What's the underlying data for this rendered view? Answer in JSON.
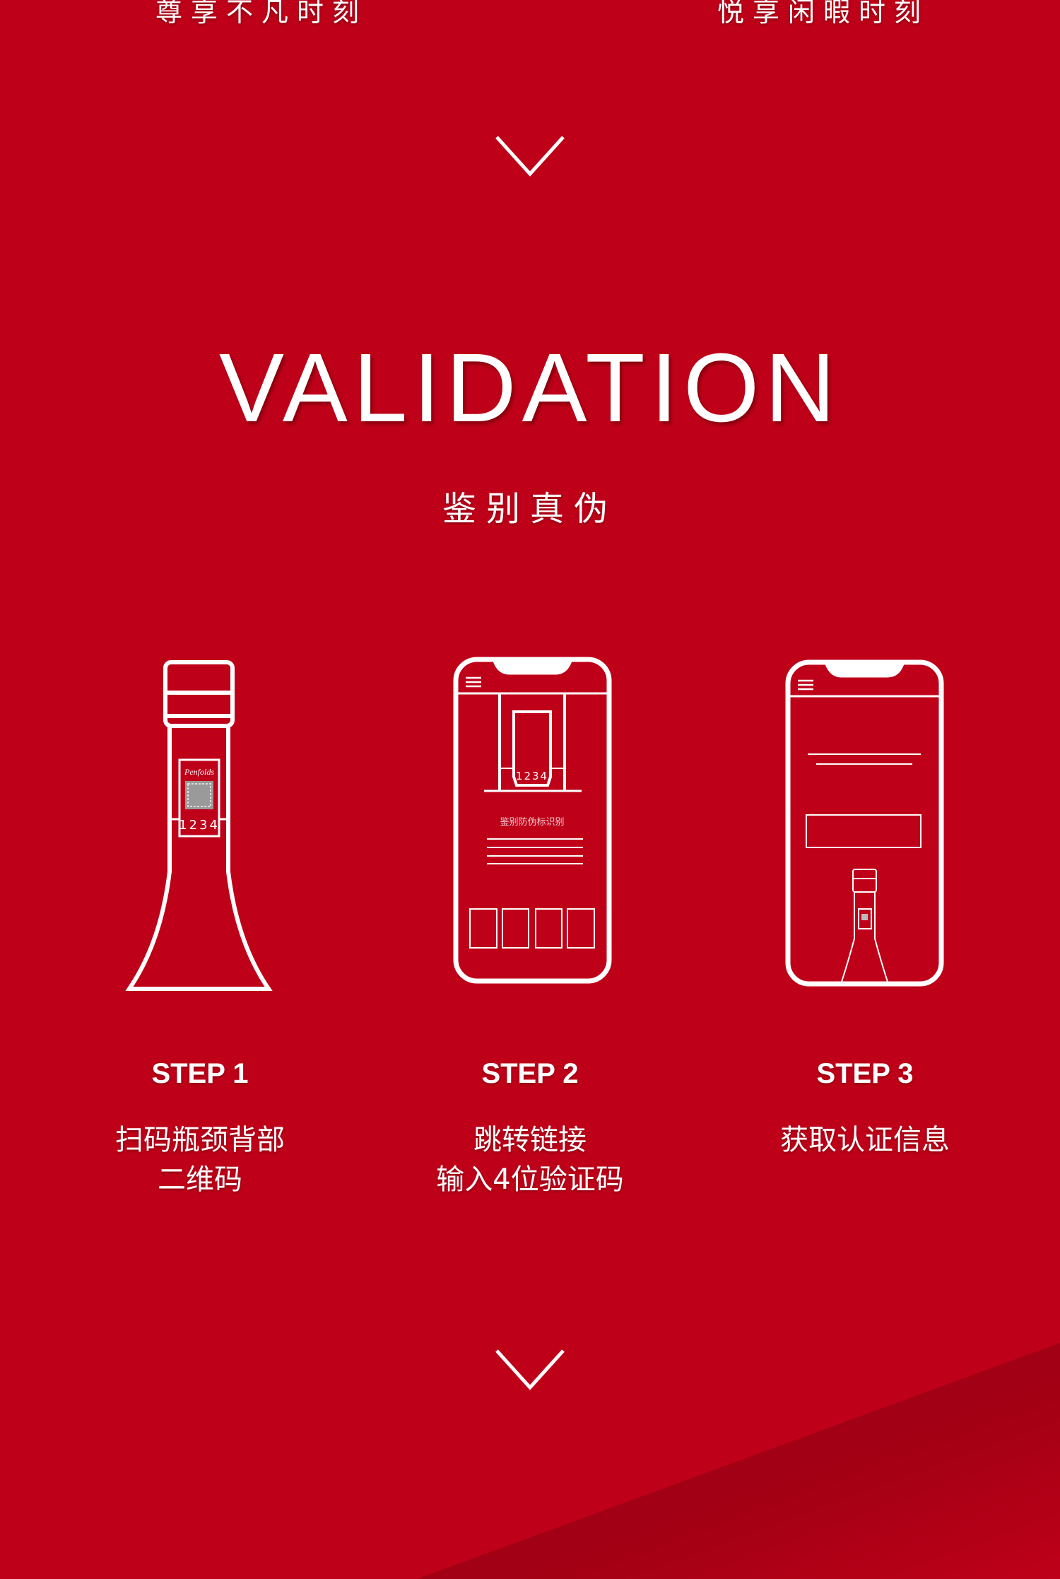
{
  "top_items": [
    "尊享不凡时刻",
    "悦享闲暇时刻"
  ],
  "section": {
    "title": "VALIDATION",
    "subtitle": "鉴别真伪"
  },
  "illustrations": {
    "bottle_label_code": "1234",
    "phone_label_code": "1234",
    "phone_screen_text": "鉴别防伪标识别"
  },
  "steps": [
    {
      "label": "STEP 1",
      "lines": [
        "扫码瓶颈背部",
        "二维码"
      ]
    },
    {
      "label": "STEP 2",
      "lines": [
        "跳转链接",
        "输入4位验证码"
      ]
    },
    {
      "label": "STEP 3",
      "lines": [
        "获取认证信息"
      ]
    }
  ],
  "icons": {
    "scroll": "chevron-down-icon",
    "menu": "hamburger-menu-icon"
  },
  "colors": {
    "background": "#be0019",
    "band": "#9a0012",
    "line": "#ffffff"
  }
}
